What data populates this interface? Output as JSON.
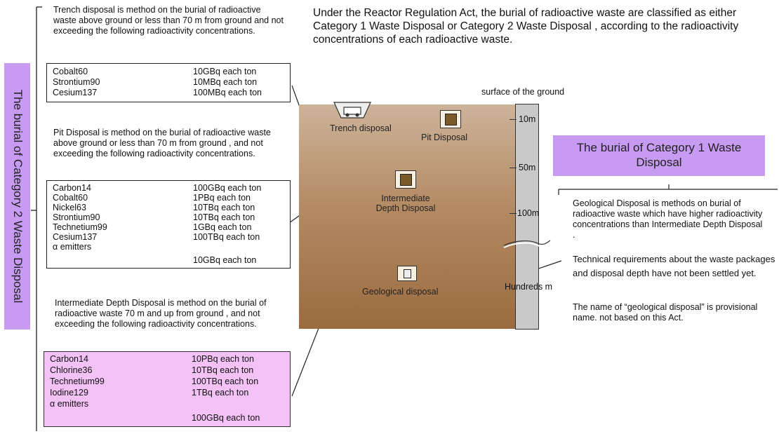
{
  "vertical_label": "The burial of Category 2 Waste Disposal",
  "header": "Under the Reactor Regulation Act, the burial of radioactive waste are classified as either Category 1 Waste Disposal or Category 2 Waste Disposal , according to the radioactivity concentrations of each radioactive waste.",
  "trench": {
    "desc": "Trench disposal is method on the burial of radioactive waste above ground or less than 70 m from ground and not exceeding the following radioactivity concentrations.",
    "rows": [
      {
        "nuclide": "Cobalt60",
        "limit": "10GBq each ton"
      },
      {
        "nuclide": "Strontium90",
        "limit": "10MBq each ton"
      },
      {
        "nuclide": "Cesium137",
        "limit": "100MBq each ton"
      }
    ]
  },
  "pit": {
    "desc": "Pit Disposal is method on the burial of radioactive waste above ground or less than 70 m from ground , and not exceeding the following radioactivity concentrations.",
    "rows": [
      {
        "nuclide": "Carbon14",
        "limit": "100GBq each ton"
      },
      {
        "nuclide": "Cobalt60",
        "limit": "1PBq each ton"
      },
      {
        "nuclide": "Nickel63",
        "limit": "10TBq each ton"
      },
      {
        "nuclide": "Strontium90",
        "limit": "10TBq each ton"
      },
      {
        "nuclide": "Technetium99",
        "limit": "1GBq each ton"
      },
      {
        "nuclide": "Cesium137",
        "limit": "100TBq each ton"
      },
      {
        "nuclide": "α emitters",
        "limit": ""
      },
      {
        "nuclide": "",
        "limit": "10GBq each ton"
      }
    ]
  },
  "intermediate": {
    "desc": "Intermediate Depth Disposal is method on the burial of radioactive waste 70 m and up from ground , and not exceeding the following radioactivity concentrations.",
    "rows": [
      {
        "nuclide": "Carbon14",
        "limit": "10PBq each ton"
      },
      {
        "nuclide": "Chlorine36",
        "limit": "10TBq each ton"
      },
      {
        "nuclide": "Technetium99",
        "limit": "100TBq each ton"
      },
      {
        "nuclide": "Iodine129",
        "limit": "1TBq each ton"
      },
      {
        "nuclide": "α emitters",
        "limit": ""
      },
      {
        "nuclide": "",
        "limit": "100GBq each ton"
      }
    ]
  },
  "diagram": {
    "surface_label": "surface of the ground",
    "depths": [
      "10m",
      "50m",
      "100m",
      "Hundreds m"
    ],
    "trench_label": "Trench disposal",
    "pit_label": "Pit Disposal",
    "intermediate_label": "Intermediate Depth Disposal",
    "geological_label": "Geological disposal"
  },
  "category1": {
    "title": "The burial of Category 1 Waste Disposal",
    "geo_desc": "Geological Disposal is methods on burial of radioactive waste which have higher radioactivity concentrations than Intermediate Depth Disposal .",
    "tech_req": "Technical requirements about the waste packages and disposal depth have not been settled yet.",
    "note": "The name of “geological disposal” is provisional name. not based on this Act."
  }
}
